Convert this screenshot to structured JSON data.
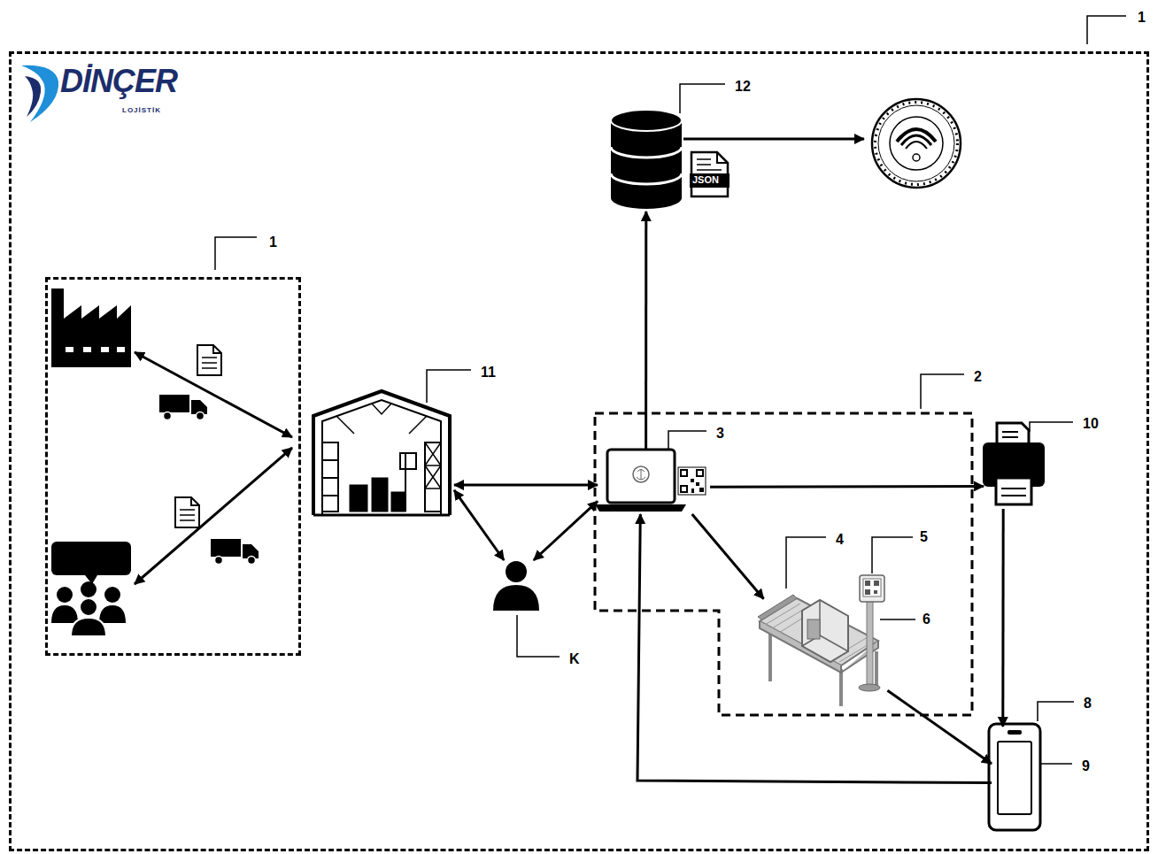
{
  "diagram": {
    "nodes": [
      {
        "text": [
          "1"
        ]
      },
      {
        "text": [
          "1"
        ],
        "in": 0
      },
      {
        "text": [
          "11"
        ],
        "in": 0
      },
      {
        "text": [
          "K"
        ],
        "in": 0
      },
      {
        "text": [
          "2"
        ],
        "in": 0
      },
      {
        "text": [
          "3"
        ],
        "in": 4
      },
      {
        "text": [
          "4"
        ],
        "in": 4
      },
      {
        "text": [
          "10"
        ],
        "in": 0
      },
      {
        "text": [
          "8"
        ],
        "in": 0
      },
      {
        "text": [
          "9"
        ],
        "in": 8
      },
      {
        "text": [
          "12"
        ],
        "in": 0
      }
    ],
    "edges": [
      {
        "from": 2,
        "to": 5,
        "arrow": "both"
      },
      {
        "from": 2,
        "to": 3,
        "arrow": "both"
      },
      {
        "from": 3,
        "to": 5,
        "arrow": "both"
      },
      {
        "from": 5,
        "to": 10,
        "arrow": "to"
      },
      {
        "from": 5,
        "to": 7,
        "arrow": "to"
      },
      {
        "from": 5,
        "to": 6,
        "arrow": "to"
      },
      {
        "from": 6,
        "to": 8,
        "arrow": "to"
      },
      {
        "from": 7,
        "to": 8,
        "arrow": "to"
      },
      {
        "from": 8,
        "to": 5,
        "arrow": "to"
      }
    ],
    "labels": [
      "DİNÇER",
      "LOJİSTİK",
      "5",
      "6",
      "JSON"
    ]
  }
}
